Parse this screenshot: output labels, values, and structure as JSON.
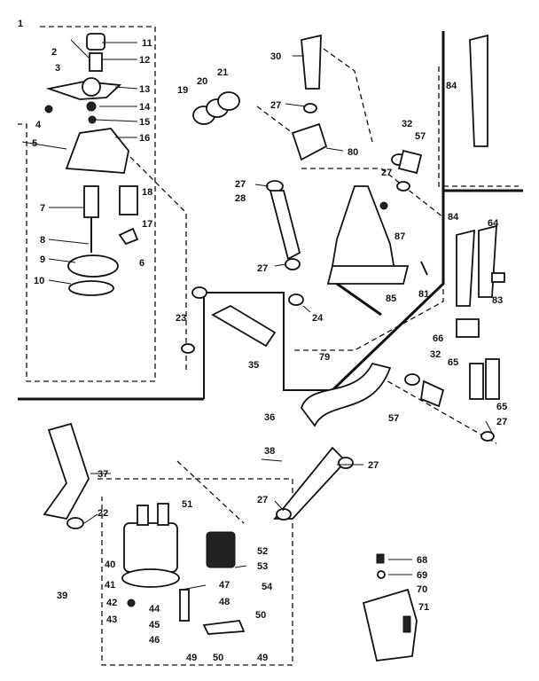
{
  "diagram": {
    "callouts": [
      "1",
      "2",
      "3",
      "4",
      "5",
      "6",
      "7",
      "8",
      "9",
      "10",
      "11",
      "12",
      "13",
      "14",
      "15",
      "16",
      "17",
      "18",
      "19",
      "20",
      "21",
      "22",
      "23",
      "24",
      "27",
      "28",
      "30",
      "32",
      "35",
      "36",
      "37",
      "38",
      "39",
      "40",
      "41",
      "42",
      "43",
      "44",
      "45",
      "46",
      "47",
      "48",
      "49",
      "50",
      "51",
      "52",
      "53",
      "54",
      "57",
      "64",
      "65",
      "66",
      "68",
      "69",
      "70",
      "71",
      "79",
      "80",
      "81",
      "83",
      "84",
      "85",
      "87"
    ]
  }
}
